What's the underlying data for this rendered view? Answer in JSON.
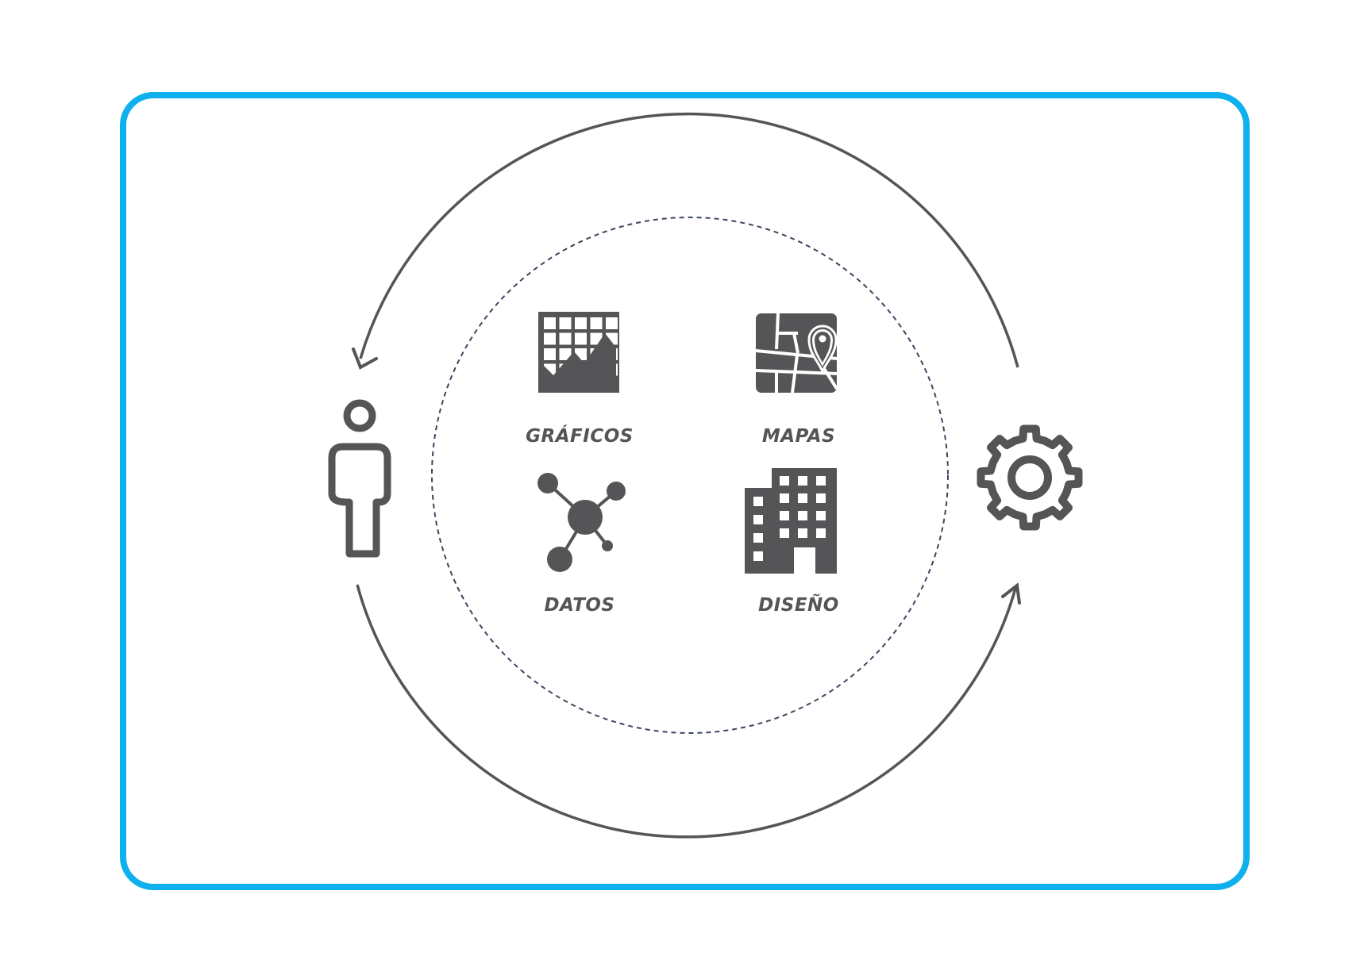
{
  "colors": {
    "frame": "#0fb0ee",
    "icon": "#555558",
    "dashed_circle": "#3a4660",
    "background": "#ffffff"
  },
  "actors": {
    "left": {
      "icon": "person-icon"
    },
    "right": {
      "icon": "gear-icon"
    }
  },
  "cycle": {
    "top_arrow_direction": "gear-to-person",
    "bottom_arrow_direction": "person-to-gear"
  },
  "items": [
    {
      "label": "GRÁFICOS",
      "icon": "chart-grid-icon"
    },
    {
      "label": "MAPAS",
      "icon": "map-pin-icon"
    },
    {
      "label": "DATOS",
      "icon": "data-network-icon"
    },
    {
      "label": "DISEÑO",
      "icon": "building-icon"
    }
  ]
}
